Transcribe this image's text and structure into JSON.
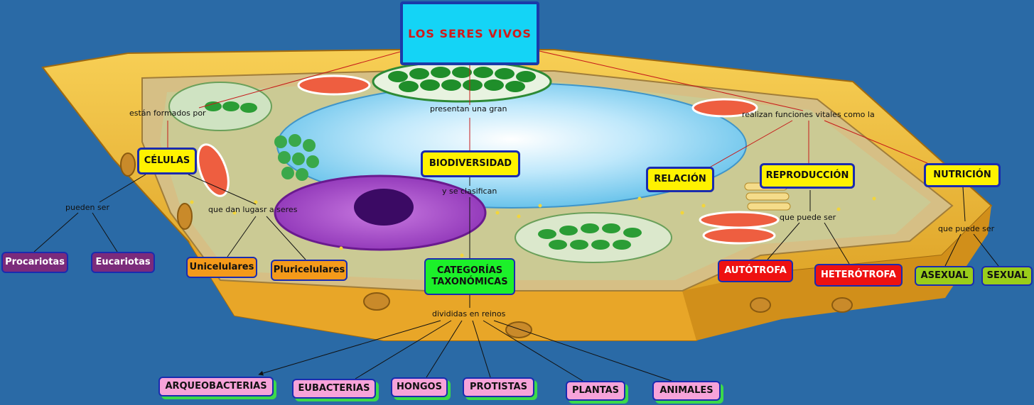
{
  "title": "LOS SERES VIVOS",
  "colors": {
    "background": "#2a6aa6",
    "yellow_node": "#fff200",
    "purple_node": "#7b2b7b",
    "orange_node": "#f49a1a",
    "green_node": "#1cf02a",
    "red_node": "#ee1111",
    "lime_node": "#9acd1a",
    "pink_node": "#f7a3d9",
    "node_border": "#1a2bb0",
    "connector_red": "#c61a1a"
  },
  "links": {
    "formados": "están formados por",
    "presentan": "presentan una gran",
    "realizan": "realizan funciones vitales como la",
    "pueden": "pueden ser",
    "dan": "que dan lugasr a seres",
    "clasifican": "y se clasifican",
    "divididas": "divididas en reinos",
    "puede_repro": "que puede ser",
    "puede_nutri": "que puede ser"
  },
  "nodes": {
    "celulas": "CÉLULAS",
    "biodiversidad": "BIODIVERSIDAD",
    "relacion": "RELACIÓN",
    "reproduccion": "REPRODUCCIÓN",
    "nutricion": "NUTRICIÓN",
    "procariotas": "Procariotas",
    "eucariotas": "Eucariotas",
    "unicelulares": "Unicelulares",
    "pluricelulares": "Pluricelulares",
    "categorias": "CATEGORÍAS TAXONÓMICAS",
    "autotrofa": "AUTÓTROFA",
    "heterotrofa": "HETERÓTROFA",
    "asexual": "ASEXUAL",
    "sexual": "SEXUAL",
    "arqueobacterias": "ARQUEOBACTERIAS",
    "eubacterias": "EUBACTERIAS",
    "hongos": "HONGOS",
    "protistas": "PROTISTAS",
    "plantas": "PLANTAS",
    "animales": "ANIMALES"
  }
}
